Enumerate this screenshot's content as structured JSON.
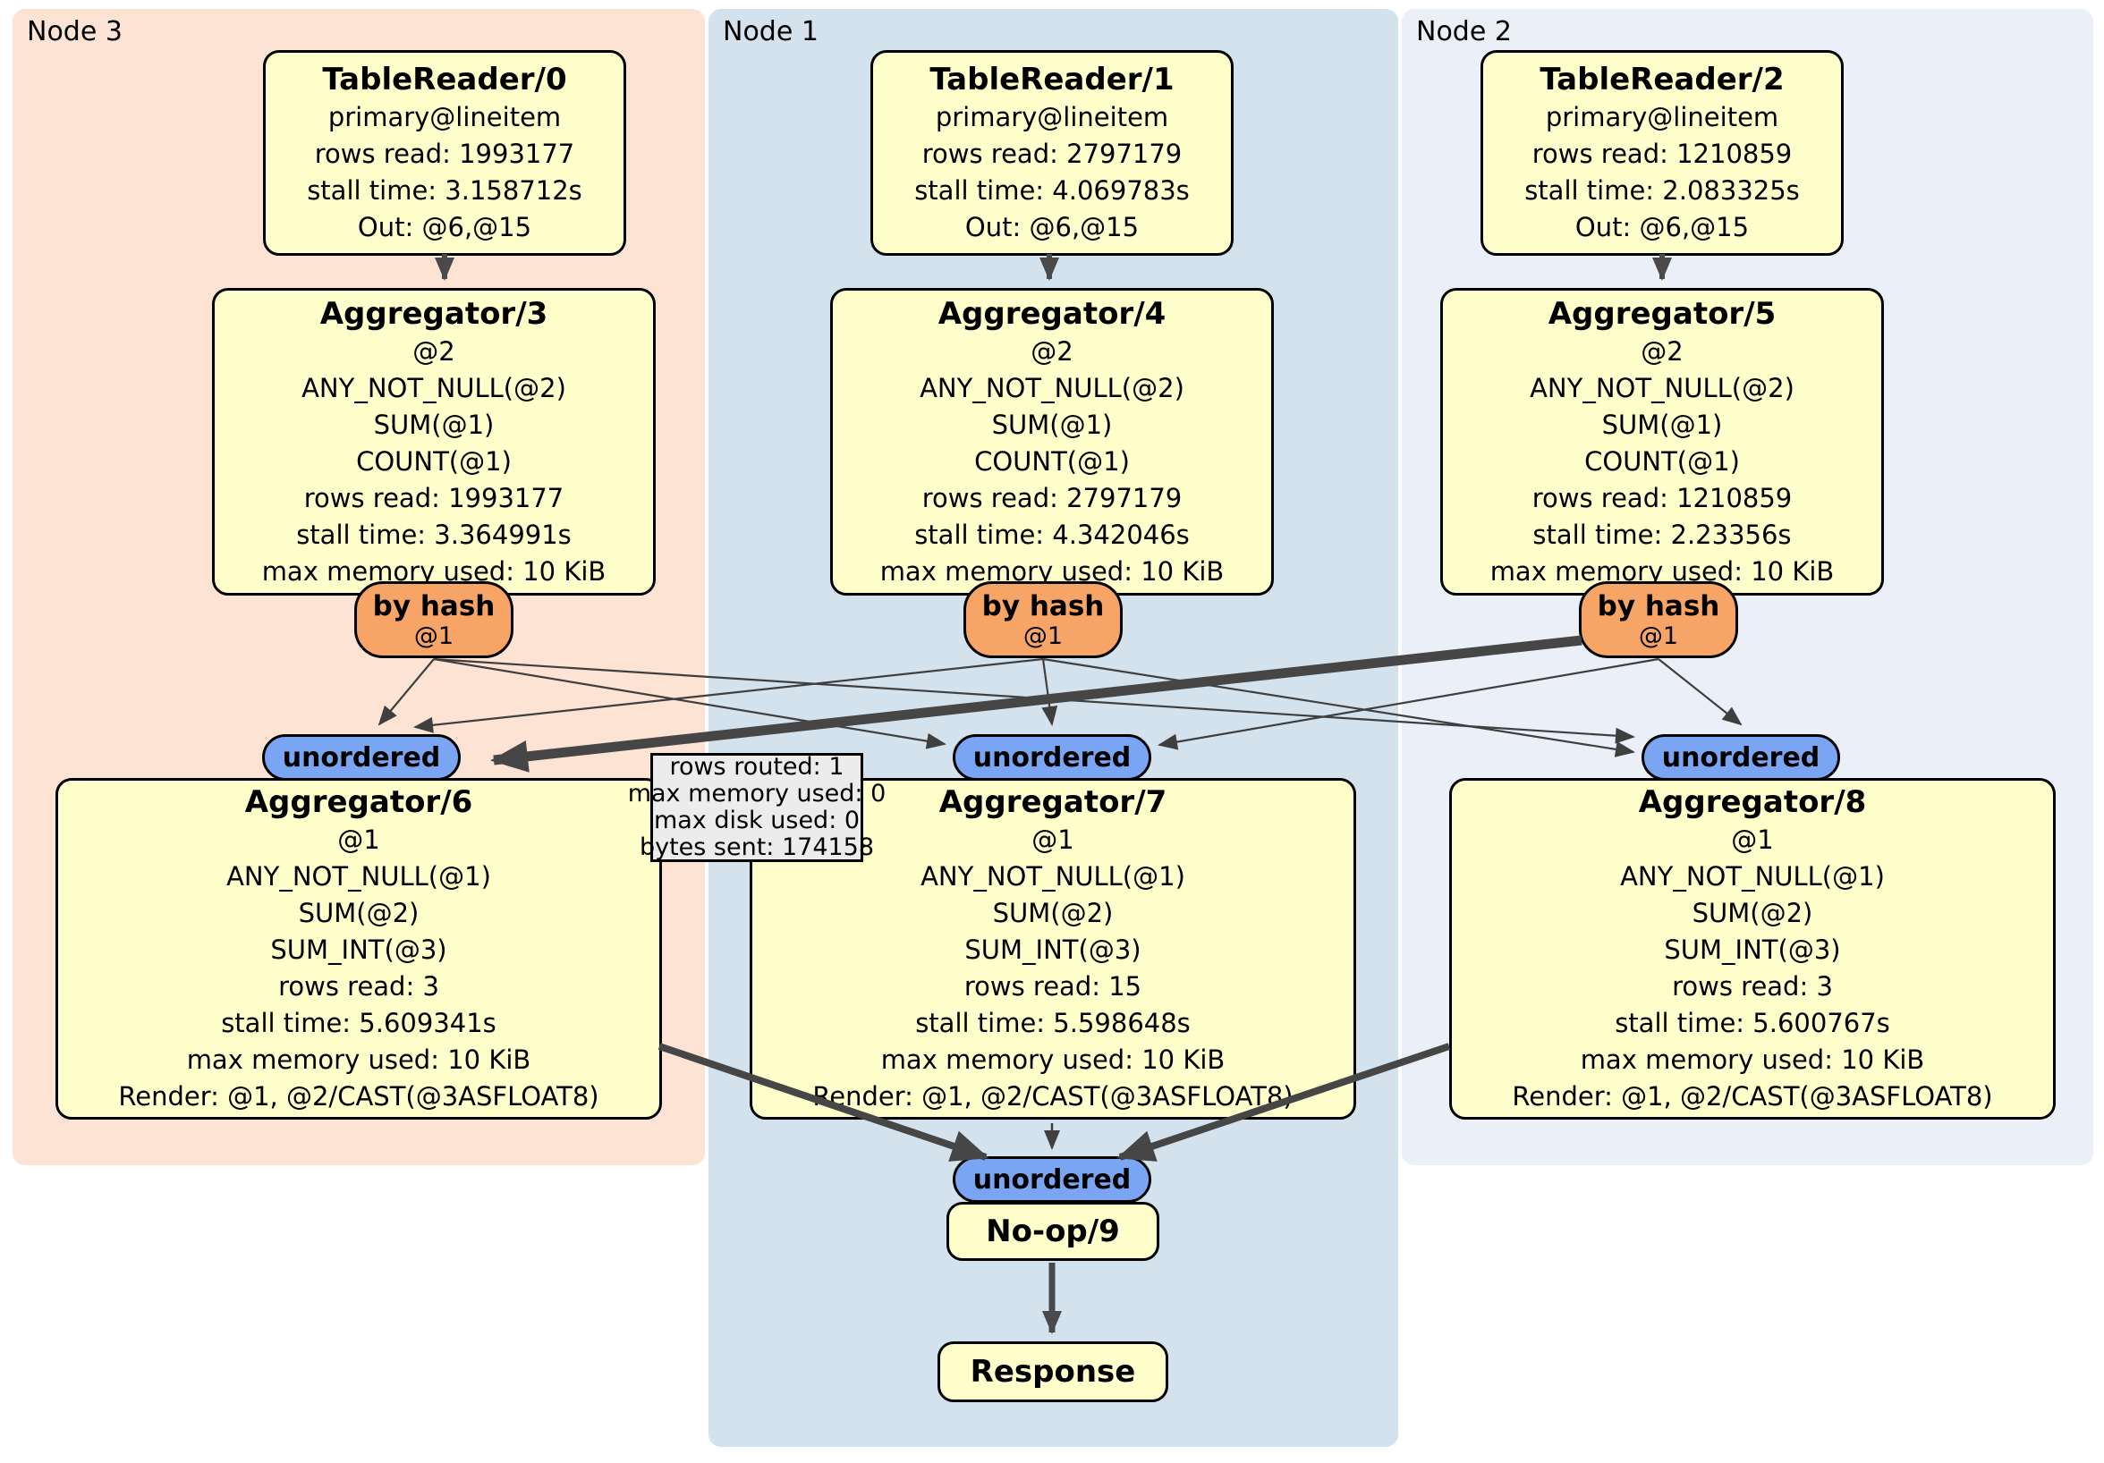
{
  "regions": [
    {
      "label": "Node 3"
    },
    {
      "label": "Node 1"
    },
    {
      "label": "Node 2"
    }
  ],
  "operators": {
    "tr0": {
      "title": "TableReader/0",
      "lines": [
        "primary@lineitem",
        "rows read: 1993177",
        "stall time: 3.158712s",
        "Out: @6,@15"
      ]
    },
    "tr1": {
      "title": "TableReader/1",
      "lines": [
        "primary@lineitem",
        "rows read: 2797179",
        "stall time: 4.069783s",
        "Out: @6,@15"
      ]
    },
    "tr2": {
      "title": "TableReader/2",
      "lines": [
        "primary@lineitem",
        "rows read: 1210859",
        "stall time: 2.083325s",
        "Out: @6,@15"
      ]
    },
    "agg3": {
      "title": "Aggregator/3",
      "lines": [
        "@2",
        "ANY_NOT_NULL(@2)",
        "SUM(@1)",
        "COUNT(@1)",
        "rows read: 1993177",
        "stall time: 3.364991s",
        "max memory used: 10 KiB"
      ]
    },
    "agg4": {
      "title": "Aggregator/4",
      "lines": [
        "@2",
        "ANY_NOT_NULL(@2)",
        "SUM(@1)",
        "COUNT(@1)",
        "rows read: 2797179",
        "stall time: 4.342046s",
        "max memory used: 10 KiB"
      ]
    },
    "agg5": {
      "title": "Aggregator/5",
      "lines": [
        "@2",
        "ANY_NOT_NULL(@2)",
        "SUM(@1)",
        "COUNT(@1)",
        "rows read: 1210859",
        "stall time: 2.23356s",
        "max memory used: 10 KiB"
      ]
    },
    "agg6": {
      "title": "Aggregator/6",
      "lines": [
        "@1",
        "ANY_NOT_NULL(@1)",
        "SUM(@2)",
        "SUM_INT(@3)",
        "rows read: 3",
        "stall time: 5.609341s",
        "max memory used: 10 KiB",
        "Render: @1, @2/CAST(@3ASFLOAT8)"
      ]
    },
    "agg7": {
      "title": "Aggregator/7",
      "lines": [
        "@1",
        "ANY_NOT_NULL(@1)",
        "SUM(@2)",
        "SUM_INT(@3)",
        "rows read: 15",
        "stall time: 5.598648s",
        "max memory used: 10 KiB",
        "Render: @1, @2/CAST(@3ASFLOAT8)"
      ]
    },
    "agg8": {
      "title": "Aggregator/8",
      "lines": [
        "@1",
        "ANY_NOT_NULL(@1)",
        "SUM(@2)",
        "SUM_INT(@3)",
        "rows read: 3",
        "stall time: 5.600767s",
        "max memory used: 10 KiB",
        "Render: @1, @2/CAST(@3ASFLOAT8)"
      ]
    },
    "noop": {
      "title": "No-op/9"
    },
    "response": {
      "title": "Response"
    }
  },
  "routers": {
    "by_hash": {
      "label": "by hash",
      "sub": "@1"
    },
    "unordered": {
      "label": "unordered"
    }
  },
  "stream_tooltip": {
    "lines": [
      "rows routed: 1",
      "max memory used: 0",
      "max disk used: 0",
      "bytes sent: 174158"
    ]
  },
  "colors": {
    "node3_bg": "#fce3d3",
    "node1_bg": "#d4e2ee",
    "node2_bg": "#eaeff8",
    "operator_bg": "#ffffcc",
    "hash_router_bg": "#f6a567",
    "unordered_router_bg": "#7aa5f2",
    "tooltip_bg": "#ececec",
    "edge": "#4a4a4a"
  }
}
